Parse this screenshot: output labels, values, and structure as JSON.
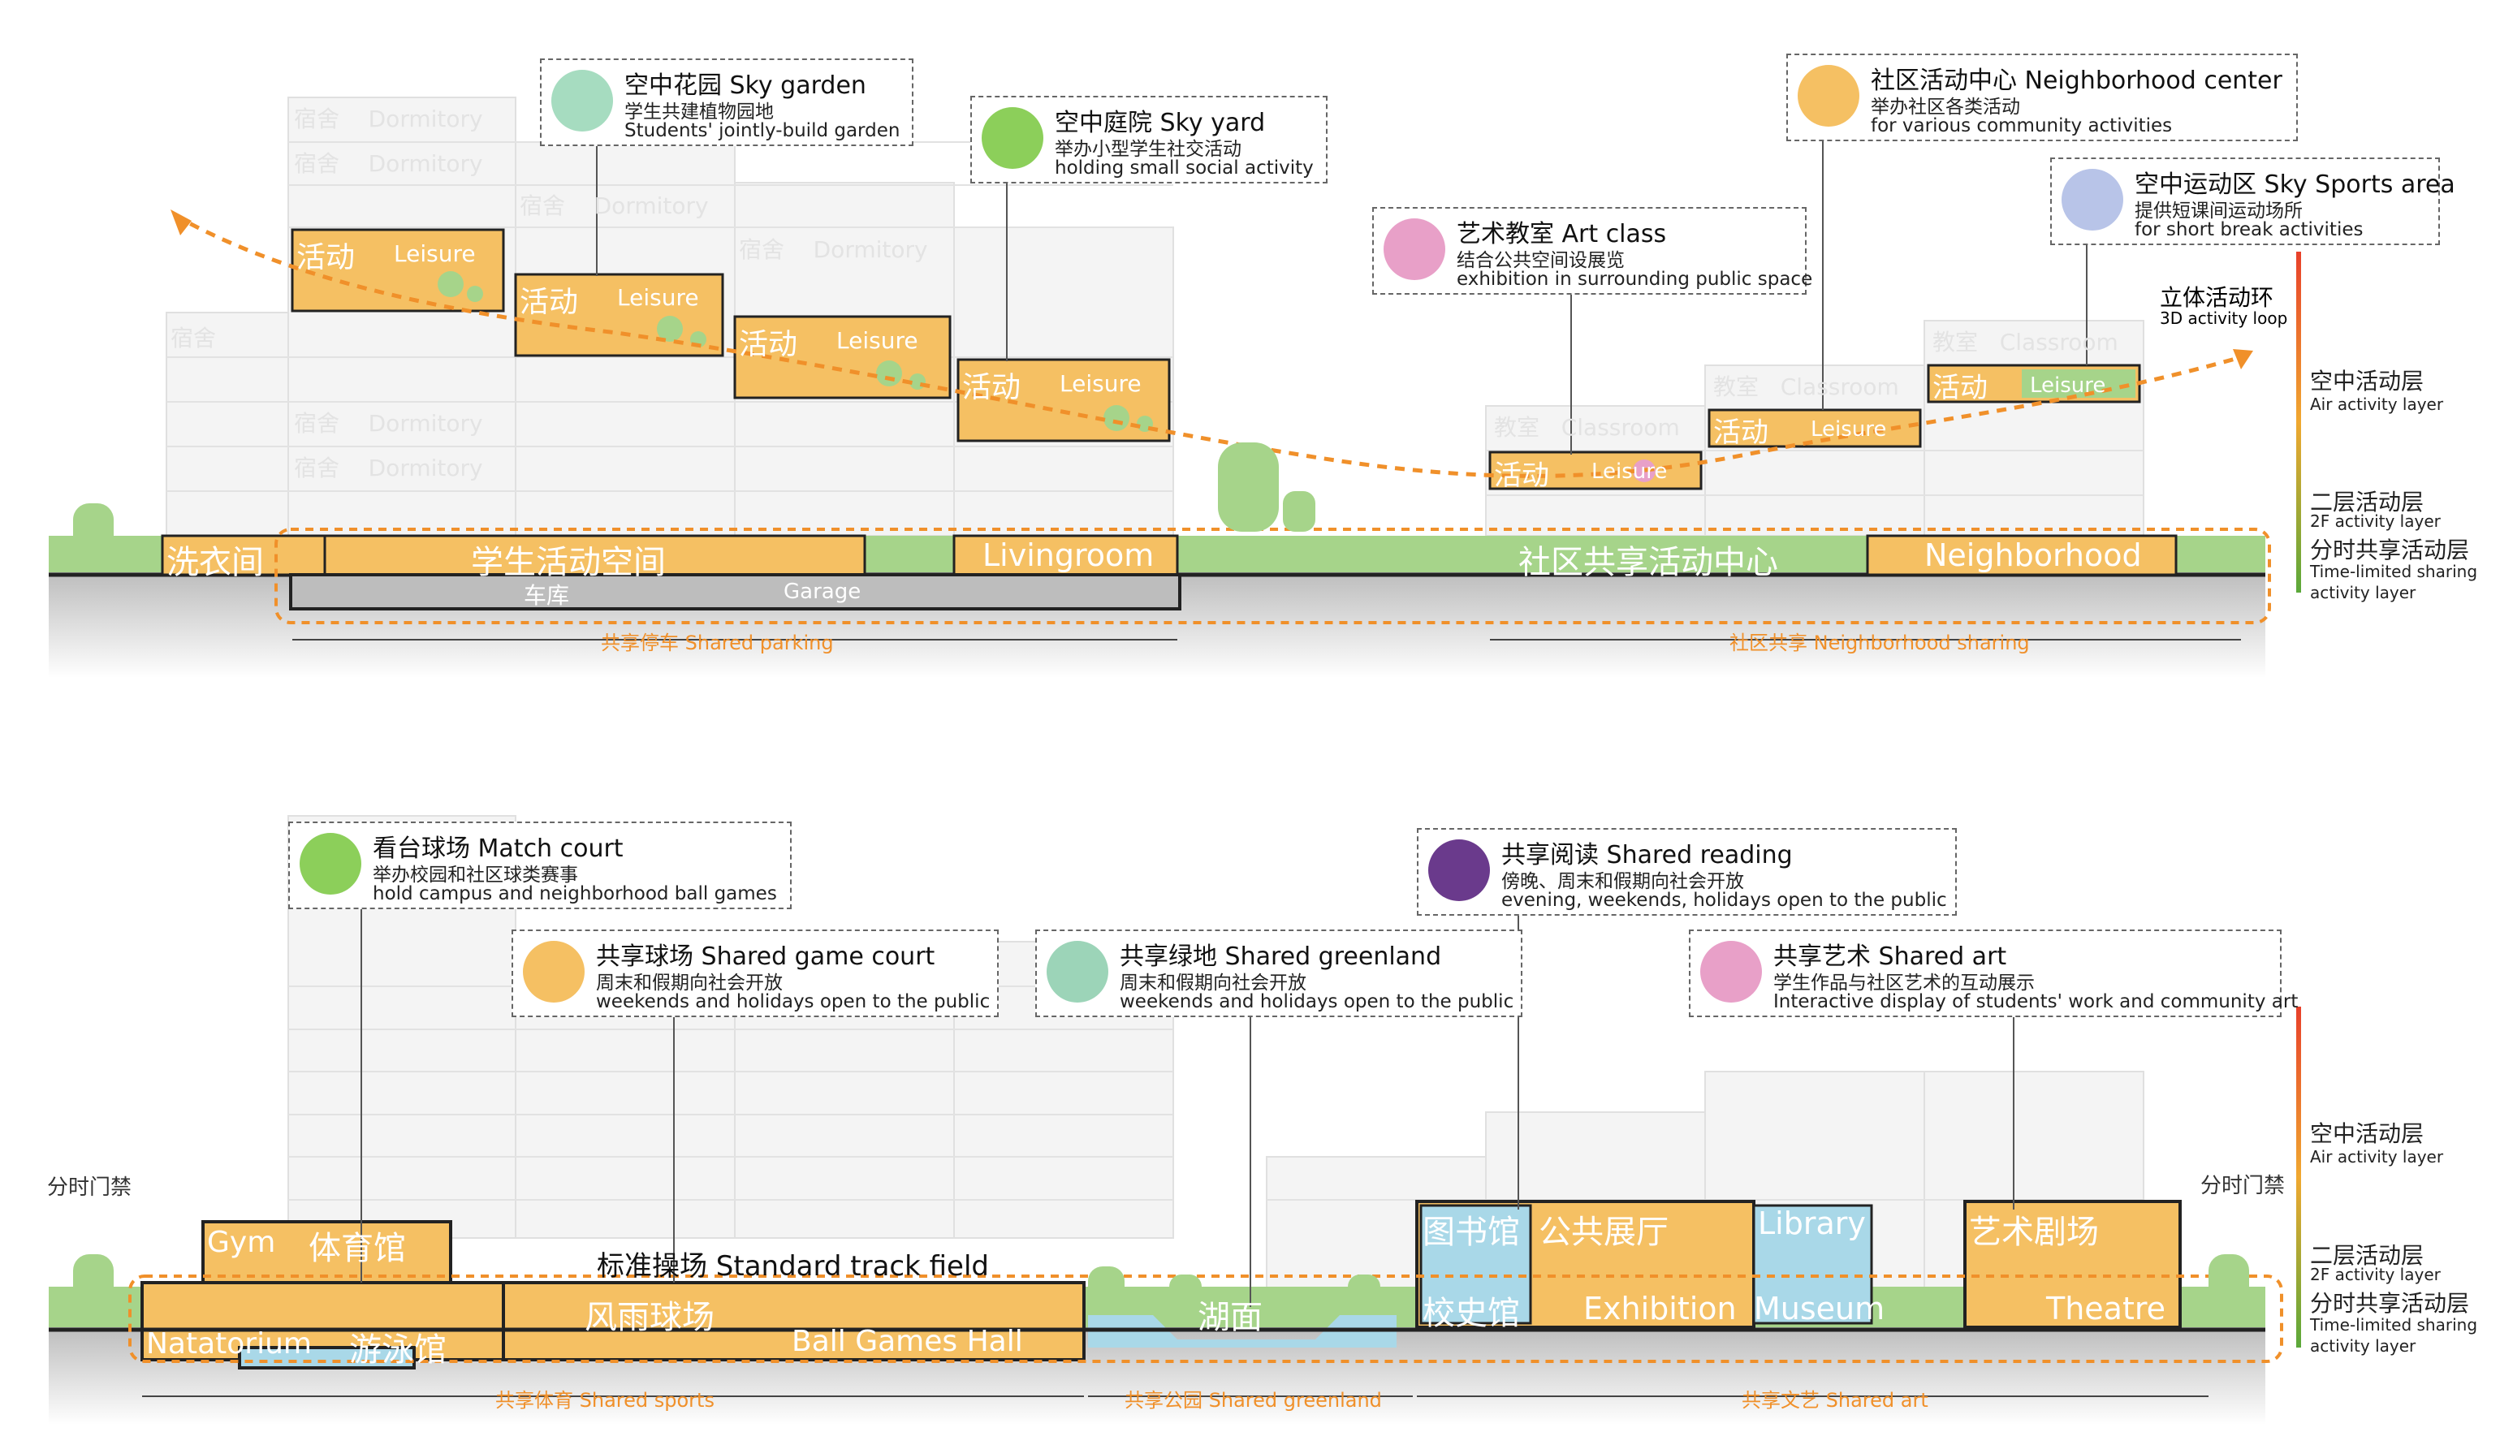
{
  "top": {
    "callouts": {
      "sky_garden": {
        "cn": "空中花园 Sky garden",
        "sub_cn": "学生共建植物园地",
        "sub_en": "Students' jointly-build garden"
      },
      "sky_yard": {
        "cn": "空中庭院 Sky yard",
        "sub_cn": "举办小型学生社交活动",
        "sub_en": "holding small social activity"
      },
      "art_class": {
        "cn": "艺术教室 Art class",
        "sub_cn": "结合公共空间设展览",
        "sub_en": "exhibition in surrounding public space"
      },
      "neighborhood_center": {
        "cn": "社区活动中心 Neighborhood center",
        "sub_cn": "举办社区各类活动",
        "sub_en": "for various community activities"
      },
      "sky_sports": {
        "cn": "空中运动区 Sky Sports area",
        "sub_cn": "提供短课间运动场所",
        "sub_en": "for short break activities"
      }
    },
    "loop_cn": "立体活动环",
    "loop_en": "3D activity loop",
    "ground_labels": {
      "laundry": "洗衣间",
      "student_space": "学生活动空间",
      "livingroom": "Livingroom",
      "community_center": "社区共享活动中心",
      "neighborhood": "Neighborhood",
      "garage_cn": "车库",
      "garage_en": "Garage"
    },
    "activity_cn": "活动",
    "leisure_en": "Leisure",
    "dorm_cn": "宿舍",
    "dorm_en": "Dormitory",
    "class_cn": "教室",
    "class_en": "Classroom",
    "shared_parking": "共享停车  Shared parking",
    "neighborhood_sharing": "社区共享  Neighborhood sharing"
  },
  "bottom": {
    "callouts": {
      "match_court": {
        "cn": "看台球场 Match court",
        "sub_cn": "举办校园和社区球类赛事",
        "sub_en": "hold campus and neighborhood ball games"
      },
      "shared_game_court": {
        "cn": "共享球场 Shared game court",
        "sub_cn": "周末和假期向社会开放",
        "sub_en": "weekends and holidays open to the public"
      },
      "shared_greenland": {
        "cn": "共享绿地 Shared greenland",
        "sub_cn": "周末和假期向社会开放",
        "sub_en": "weekends and holidays open to the public"
      },
      "shared_reading": {
        "cn": "共享阅读 Shared reading",
        "sub_cn": "傍晚、周末和假期向社会开放",
        "sub_en": "evening, weekends, holidays open to the public"
      },
      "shared_art": {
        "cn": "共享艺术 Shared art",
        "sub_cn": "学生作品与社区艺术的互动展示",
        "sub_en": "Interactive display of students' work and community art"
      }
    },
    "timed_gate": "分时门禁",
    "ground_labels": {
      "gym_en": "Gym",
      "gym_cn": "体育馆",
      "natatorium_en": "Natatorium",
      "natatorium_cn": "游泳馆",
      "track": "标准操场  Standard track field",
      "rain_court": "风雨球场",
      "ball_hall": "Ball Games Hall",
      "lake": "湖面",
      "library_cn": "图书馆",
      "public_hall": "公共展厅",
      "library_en": "Library",
      "campus_hall": "校史馆",
      "exhibition": "Exhibition",
      "museum": "Museum",
      "theatre_cn": "艺术剧场",
      "theatre_en": "Theatre"
    },
    "shared_sports": "共享体育 Shared sports",
    "shared_park": "共享公园 Shared greenland",
    "shared_culture": "共享文艺 Shared art"
  },
  "layers": {
    "air_cn": "空中活动层",
    "air_en": "Air activity layer",
    "second_cn": "二层活动层",
    "second_en": "2F activity layer",
    "timed_cn": "分时共享活动层",
    "timed_en1": "Time-limited sharing",
    "timed_en2": "activity layer"
  },
  "colors": {
    "orange": "#f0902a",
    "yellow": "#f5c063",
    "green": "#a6d48a",
    "gray": "#d9d9d9",
    "blue": "#a9d8e8"
  }
}
